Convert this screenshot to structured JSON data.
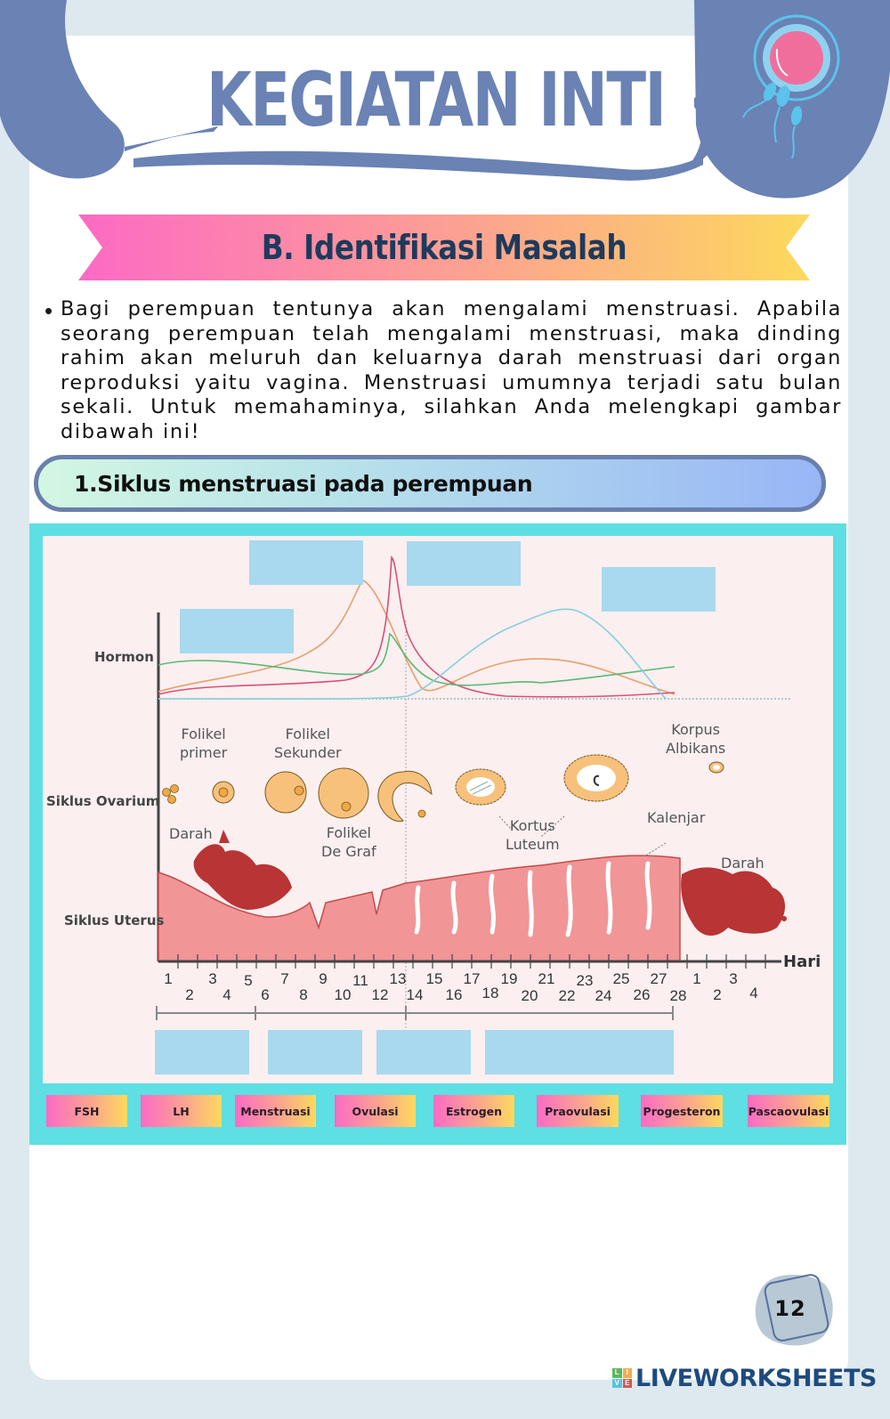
{
  "header": {
    "title": "KEGIATAN INTI",
    "icon": "egg-and-sperm-icon",
    "colors": {
      "primary": "#6a82b4",
      "egg": "#f06e9c",
      "sperm": "#5bc3ec"
    }
  },
  "section": {
    "title": "B. Identifikasi Masalah",
    "ribbon_gradient": [
      "#fc6ac4",
      "#fca48f",
      "#fdd95d"
    ]
  },
  "intro": {
    "bullet": "•",
    "text": "Bagi perempuan tentunya akan mengalami menstruasi. Apabila seorang perempuan telah mengalami menstruasi, maka dinding rahim akan meluruh dan keluarnya darah menstruasi dari organ reproduksi yaitu vagina. Menstruasi umumnya terjadi satu bulan sekali. Untuk memahaminya, silahkan Anda melengkapi gambar dibawah ini!"
  },
  "subsection": {
    "title": "1.Siklus menstruasi pada perempuan"
  },
  "diagram": {
    "row_labels": {
      "hormon": "Hormon",
      "ovarium": "Siklus Ovarium",
      "uterus": "Siklus Uterus"
    },
    "ovary_labels": {
      "folikel_primer": [
        "Folikel",
        "primer"
      ],
      "folikel_sekunder": [
        "Folikel",
        "Sekunder"
      ],
      "folikel_degraf": [
        "Folikel",
        "De Graf"
      ],
      "kortus_luteum": [
        "Kortus",
        "Luteum"
      ],
      "korpus_albikans": [
        "Korpus",
        "Albikans"
      ],
      "kalenjar": "Kalenjar",
      "darah_left": "Darah",
      "darah_right": "Darah"
    },
    "axis_label": "Hari",
    "days_odd": [
      "1",
      "3",
      "5",
      "7",
      "9",
      "11",
      "13",
      "15",
      "17",
      "19",
      "21",
      "23",
      "25",
      "27",
      "1",
      "3"
    ],
    "days_even": [
      "2",
      "4",
      "6",
      "8",
      "10",
      "12",
      "14",
      "16",
      "18",
      "20",
      "22",
      "24",
      "26",
      "28",
      "2",
      "4"
    ],
    "hormone_colors": {
      "FSH_like_orange": "#e8a06a",
      "LH_like_pink": "#d8507a",
      "green": "#5cb874",
      "blue": "#86cfe0"
    },
    "drop_targets": {
      "hormone": [
        {
          "id": "hormone-box-1"
        },
        {
          "id": "hormone-box-2"
        },
        {
          "id": "hormone-box-3"
        },
        {
          "id": "hormone-box-4"
        }
      ],
      "phase": [
        {
          "id": "phase-box-1"
        },
        {
          "id": "phase-box-2"
        },
        {
          "id": "phase-box-3"
        },
        {
          "id": "phase-box-4"
        }
      ]
    }
  },
  "answer_chips": [
    {
      "label": "FSH"
    },
    {
      "label": "LH"
    },
    {
      "label": "Menstruasi"
    },
    {
      "label": "Ovulasi"
    },
    {
      "label": "Estrogen"
    },
    {
      "label": "Praovulasi"
    },
    {
      "label": "Progesteron"
    },
    {
      "label": "Pascaovulasi"
    }
  ],
  "footer": {
    "page_number": "12",
    "brand": "LIVEWORKSHEETS",
    "brand_logo_letters": [
      "L",
      "I",
      "V",
      "E"
    ]
  }
}
